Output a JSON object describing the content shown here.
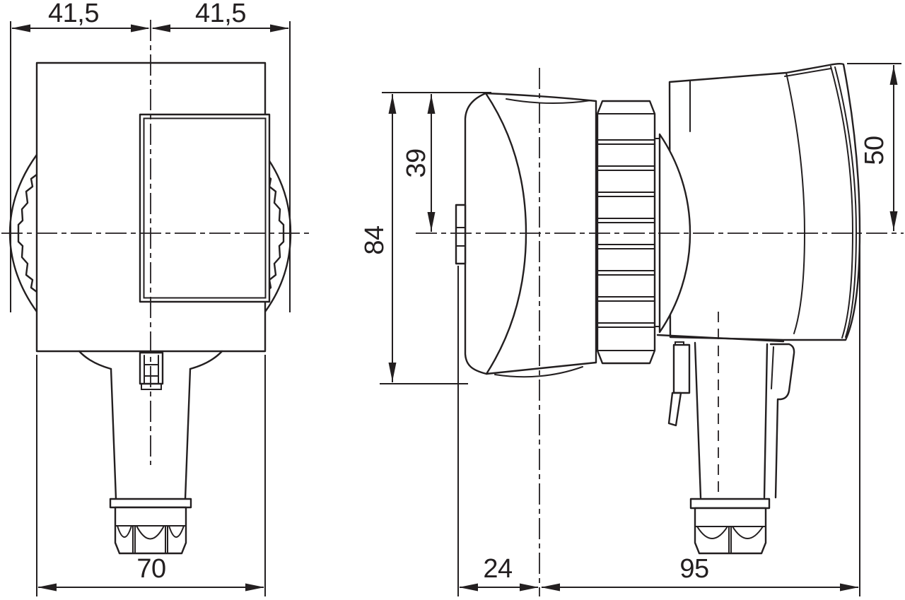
{
  "colors": {
    "line": "#231f20",
    "background": "#ffffff"
  },
  "front_view": {
    "dim_half_width_left": "41,5",
    "dim_half_width_right": "41,5",
    "dim_total_width": "70"
  },
  "side_view": {
    "dim_overall_height": "84",
    "dim_axis_to_top": "39",
    "dim_module_height": "50",
    "dim_axis_to_rear": "24",
    "dim_axis_to_front": "95"
  }
}
